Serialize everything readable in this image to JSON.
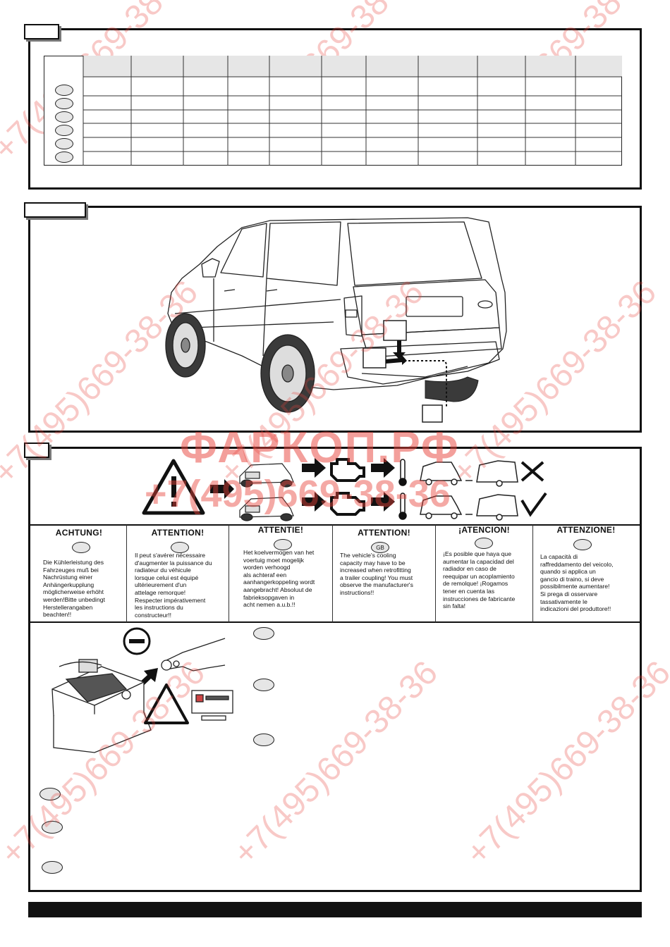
{
  "warning_block": {
    "languages": [
      {
        "title": "ACHTUNG!",
        "code": "",
        "text": "Die Kühlerleistung des\nFahrzeuges muß bei\nNachrüstung einer\nAnhängerkupplung\nmöglicherweise erhöht\nwerden!Bitte unbedingt\nHerstellerangaben\nbeachten!!"
      },
      {
        "title": "ATTENTION!",
        "code": "",
        "text": "Il peut s'avérer nécessaire\nd'augmenter la puissance du\nradiateur du véhicule\nlorsque celui est équipé\nultérieurement d'un\nattelage remorque!\nRespecter impérativement\nles instructions du\nconstructeur!!"
      },
      {
        "title": "ATTENTIE!",
        "code": "",
        "text": "Het koelvermogen van het\nvoertuig moet mogelijk\nworden verhoogd\nals achteraf een\naanhangerkoppeling wordt\naangebracht! Absoluut de\nfabrieksopgaven in\nacht nemen a.u.b.!!"
      },
      {
        "title": "ATTENTION!",
        "code": "GB",
        "text": "The vehicle's cooling\ncapacity may have to be\nincreased when retrofitting\na trailer coupling! You must\nobserve the manufacturer's\ninstructions!!"
      },
      {
        "title": "¡ATENCION!",
        "code": "",
        "text": "¡Es posible que haya que\naumentar la capacidad del\nradiador en caso de\nreequipar un acoplamiento\nde remolque! ¡Rogamos\ntener en cuenta las\ninstrucciones de fabricante\nsin falta!"
      },
      {
        "title": "ATTENZIONE!",
        "code": "",
        "text": "La capacità di\nraffreddamento del veicolo,\nquando si applica un\ngancio di traino, si deve\npossibilmente aumentare!\nSi prega di osservare\ntassativamente le\nindicazioni del produttore!!"
      }
    ]
  },
  "watermarks": {
    "brand": "ФАРКОП.РФ",
    "phone": "+7(495)669-38-36",
    "brand_color": "#e8423a"
  },
  "icons": [
    "warning-triangle-icon",
    "arrow-right-icon",
    "engine-icon",
    "thermometer-icon",
    "car-trailer-icon",
    "cross-icon",
    "check-icon",
    "minus-icon",
    "battery-icon",
    "hand-icon"
  ]
}
